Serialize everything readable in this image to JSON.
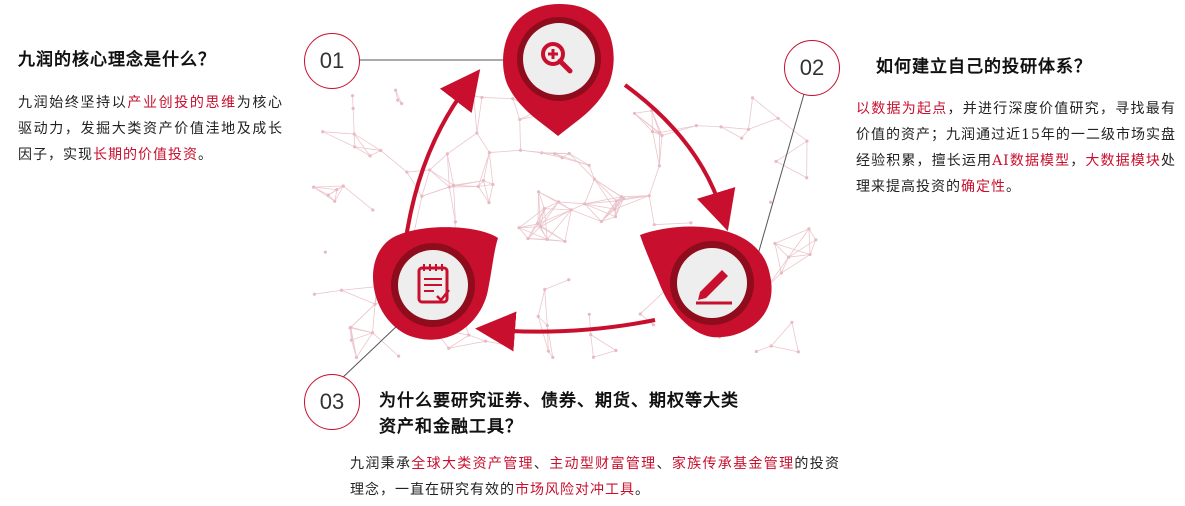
{
  "colors": {
    "accent": "#c8102e",
    "ring": "#9a0f1c",
    "icon_bg": "#eeeeee",
    "network": "#e6b8c0"
  },
  "icons": [
    "search-plus-icon",
    "pen-icon",
    "checklist-icon"
  ],
  "steps": [
    {
      "number": "01"
    },
    {
      "number": "02"
    },
    {
      "number": "03"
    }
  ],
  "q1": {
    "title": "九润的核心理念是什么？",
    "body": [
      {
        "t": "九润始终坚持以",
        "hl": false
      },
      {
        "t": "产业创投的思维",
        "hl": true
      },
      {
        "t": "为核心驱动力，发掘大类资产价值洼地及成长因子，实现",
        "hl": false
      },
      {
        "t": "长期的价值投资",
        "hl": true
      },
      {
        "t": "。",
        "hl": false
      }
    ]
  },
  "q2": {
    "title": "如何建立自己的投研体系？",
    "body": [
      {
        "t": "以数据为起点",
        "hl": true
      },
      {
        "t": "，并进行深度价值研究，寻找最有价值的资产；九润通过近15年的一二级市场实盘经验积累，擅长运用",
        "hl": false
      },
      {
        "t": "AI数据模型",
        "hl": true
      },
      {
        "t": "，",
        "hl": false
      },
      {
        "t": "大数据模块",
        "hl": true
      },
      {
        "t": "处理来提高投资的",
        "hl": false
      },
      {
        "t": "确定性",
        "hl": true
      },
      {
        "t": "。",
        "hl": false
      }
    ]
  },
  "q3": {
    "title_line1": "为什么要研究证券、债券、期货、期权等大类",
    "title_line2": "资产和金融工具？",
    "body": [
      {
        "t": "九润秉承",
        "hl": false
      },
      {
        "t": "全球大类资产管理",
        "hl": true
      },
      {
        "t": "、",
        "hl": false
      },
      {
        "t": "主动型财富管理",
        "hl": true
      },
      {
        "t": "、",
        "hl": false
      },
      {
        "t": "家族传承基金管理",
        "hl": true
      },
      {
        "t": "的投资理念，一直在研究有效的",
        "hl": false
      },
      {
        "t": "市场风险对冲工具",
        "hl": true
      },
      {
        "t": "。",
        "hl": false
      }
    ]
  }
}
